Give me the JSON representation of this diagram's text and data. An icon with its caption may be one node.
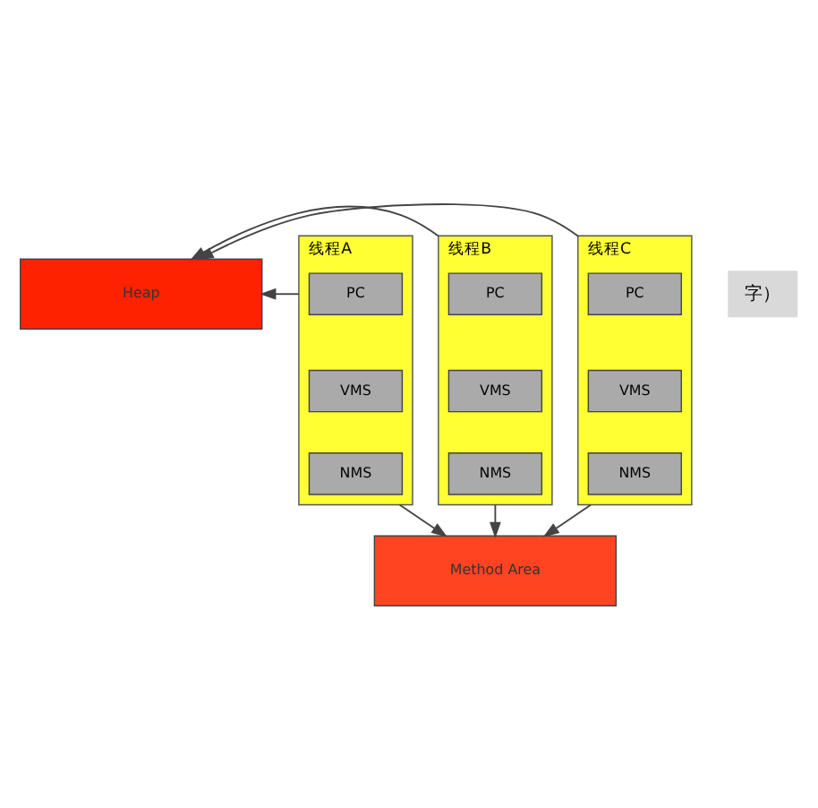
{
  "diagram": {
    "nodes": [
      {
        "text": [
          "Heap"
        ]
      },
      {
        "text": [
          "线程A"
        ]
      },
      {
        "text": [
          "PC"
        ],
        "in": 1
      },
      {
        "text": [
          "VMS"
        ],
        "in": 1
      },
      {
        "text": [
          "NMS"
        ],
        "in": 1
      },
      {
        "text": [
          "线程B"
        ]
      },
      {
        "text": [
          "PC"
        ],
        "in": 5
      },
      {
        "text": [
          "VMS"
        ],
        "in": 5
      },
      {
        "text": [
          "NMS"
        ],
        "in": 5
      },
      {
        "text": [
          "线程C"
        ]
      },
      {
        "text": [
          "PC"
        ],
        "in": 9
      },
      {
        "text": [
          "VMS"
        ],
        "in": 9
      },
      {
        "text": [
          "NMS"
        ],
        "in": 9
      },
      {
        "text": [
          "Method Area"
        ]
      }
    ],
    "edges": [
      {
        "from": 1,
        "to": 0,
        "arrow": "to"
      },
      {
        "from": 5,
        "to": 0,
        "arrow": "to"
      },
      {
        "from": 9,
        "to": 0,
        "arrow": "to"
      },
      {
        "from": 1,
        "to": 13,
        "arrow": "to"
      },
      {
        "from": 5,
        "to": 13,
        "arrow": "to"
      },
      {
        "from": 9,
        "to": 13,
        "arrow": "to"
      }
    ],
    "labels": [
      "字）"
    ]
  }
}
